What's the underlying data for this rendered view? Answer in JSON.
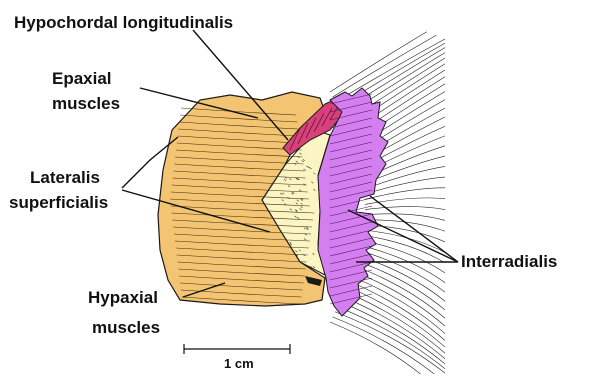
{
  "labels": {
    "hypochordal": "Hypochordal longitudinalis",
    "epaxial_1": "Epaxial",
    "epaxial_2": "muscles",
    "lateralis_1": "Lateralis",
    "lateralis_2": "superficialis",
    "hypaxial_1": "Hypaxial",
    "hypaxial_2": "muscles",
    "interradialis": "Interradialis"
  },
  "scale_bar": {
    "label": "1 cm"
  },
  "colors": {
    "lateralis_orange": "#f3c472",
    "interradialis_purple": "#d47ff0",
    "hypochordal_magenta": "#d8407a",
    "fin_tissue_cream": "#fbf5c4",
    "outline": "#1a1a1a"
  }
}
